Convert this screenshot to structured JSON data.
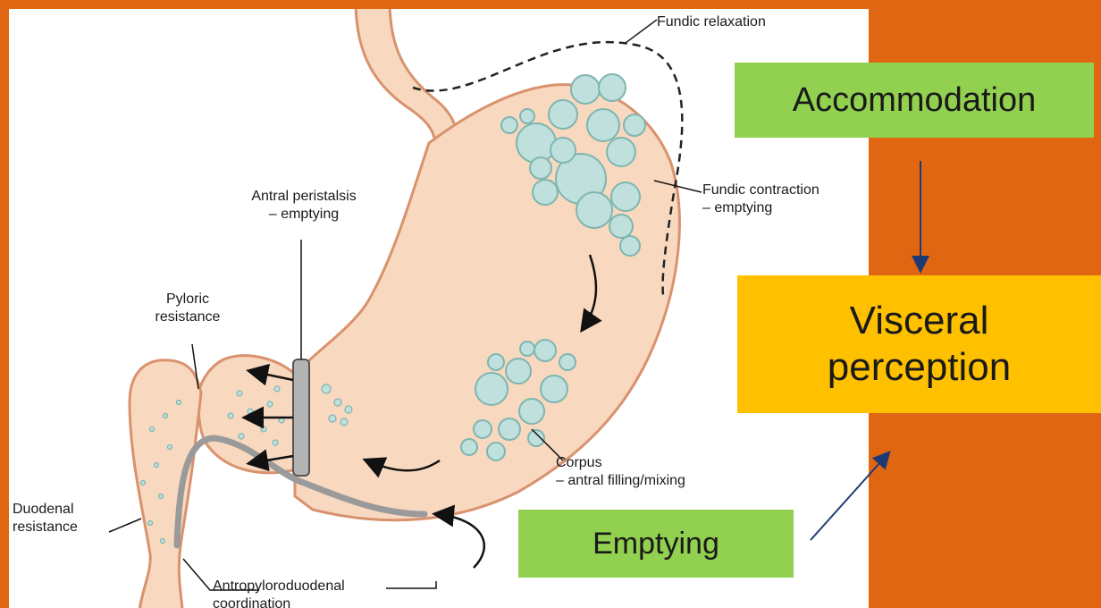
{
  "colors": {
    "slide_background": "#e06612",
    "panel_background": "#ffffff",
    "stomach_fill": "#f8d9c0",
    "stomach_outline": "#d9926e",
    "bubble_fill": "#bfe0dc",
    "bubble_stroke": "#7fb5b0",
    "accent_green": "#92d050",
    "accent_gold": "#ffc000",
    "arrow_navy": "#1f3a73"
  },
  "labels": {
    "fundic_relaxation": "Fundic relaxation",
    "fundic_contraction_line1": "Fundic contraction",
    "fundic_contraction_line2": "– emptying",
    "antral_peristalsis_line1": "Antral peristalsis",
    "antral_peristalsis_line2": "– emptying",
    "pyloric_line1": "Pyloric",
    "pyloric_line2": "resistance",
    "corpus_line1": "Corpus",
    "corpus_line2": "– antral filling/mixing",
    "duodenal_line1": "Duodenal",
    "duodenal_line2": "resistance",
    "antropyloro_line1": "Antropyloroduodenal",
    "antropyloro_line2": "coordination"
  },
  "boxes": {
    "accommodation": "Accommodation",
    "visceral_line1": "Visceral",
    "visceral_line2": "perception",
    "emptying": "Emptying"
  }
}
